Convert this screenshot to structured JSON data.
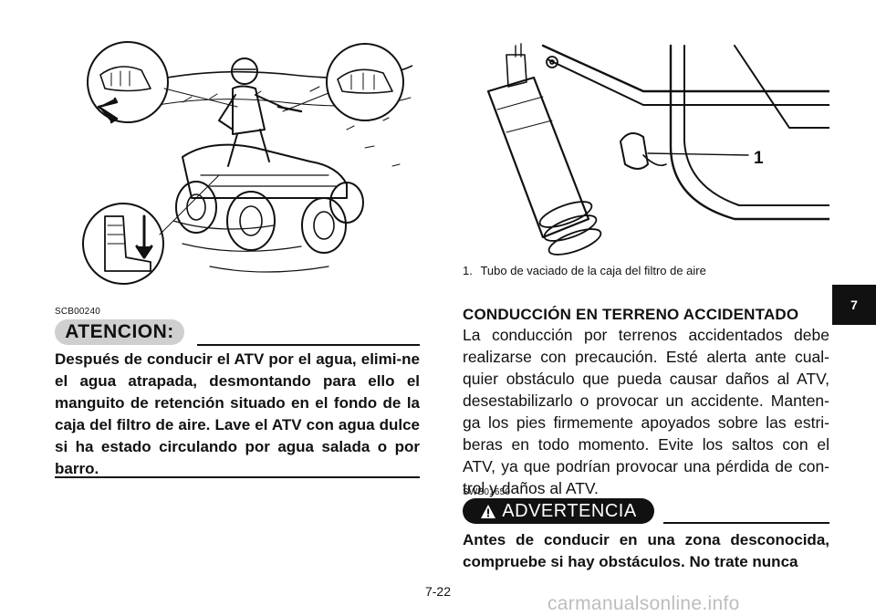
{
  "figure_right": {
    "callout": "1",
    "caption_number": "1.",
    "caption_text": "Tubo de vaciado de la caja del filtro de aire"
  },
  "left_column": {
    "code": "SCB00240",
    "banner": "ATENCION:",
    "text": "Después de conducir el ATV por el agua, elimi-ne el agua atrapada, desmontando para ello el manguito de retención situado en el fondo de la caja del filtro de aire. Lave el ATV con agua dulce si ha estado circulando por agua salada o por barro."
  },
  "right_column": {
    "heading": "CONDUCCIÓN EN TERRENO ACCIDENTADO",
    "paragraph": "La conducción por terrenos accidentados debe realizarse con precaución. Esté alerta ante cual-quier obstáculo que pueda causar daños al ATV, desestabilizarlo o provocar un accidente. Manten-ga los pies firmemente apoyados sobre las estri-beras en todo momento. Evite los saltos con el ATV, ya que podrían provocar una pérdida de con-trol y daños al ATV.",
    "code": "SWB01650",
    "banner_icon": "warning-triangle-icon",
    "banner": "ADVERTENCIA",
    "warning_text": "Antes de conducir en una zona desconocida, compruebe si hay obstáculos. No trate nunca"
  },
  "chapter_tab": "7",
  "page_number": "7-22",
  "watermark": "carmanualsonline.info"
}
